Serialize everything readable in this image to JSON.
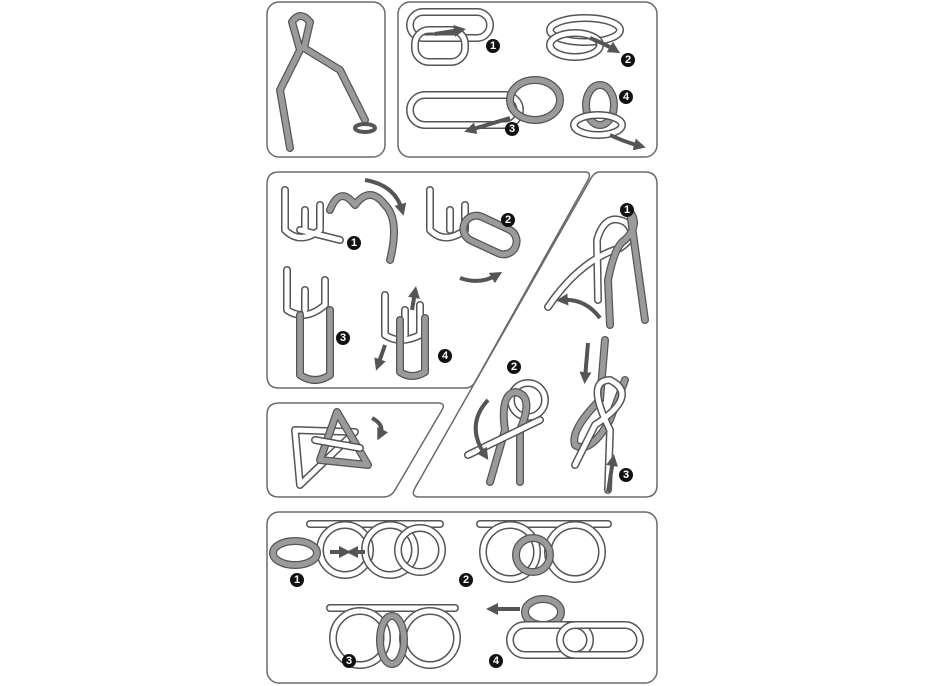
{
  "title": "Wire puzzle solution steps",
  "colors": {
    "badge": "#111111",
    "outline": "#6a6a6a",
    "wire_gray": "#9a9a9a",
    "wire_white": "#ffffff"
  },
  "panels": [
    {
      "name": "puzzle-1",
      "steps": []
    },
    {
      "name": "puzzle-2",
      "steps": [
        "1",
        "2",
        "3",
        "4"
      ]
    },
    {
      "name": "puzzle-3",
      "steps": [
        "1",
        "2",
        "3",
        "4"
      ]
    },
    {
      "name": "puzzle-4",
      "steps": [
        "1",
        "2",
        "3"
      ]
    },
    {
      "name": "puzzle-5",
      "steps": []
    },
    {
      "name": "puzzle-6",
      "steps": [
        "1",
        "2",
        "3",
        "4"
      ]
    }
  ]
}
